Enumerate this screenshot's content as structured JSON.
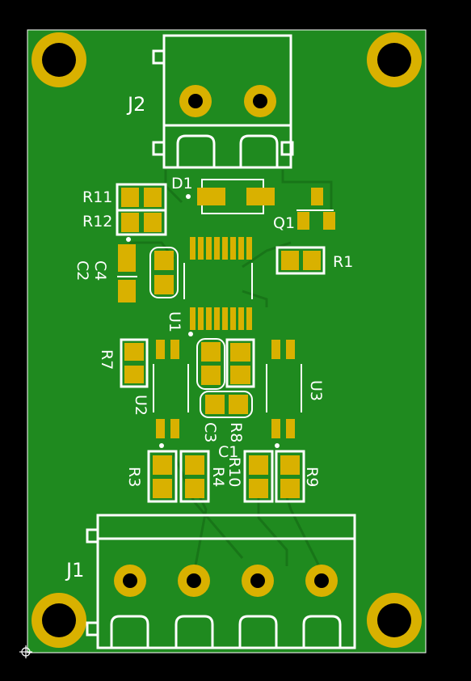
{
  "board": {
    "background_color": "#000000",
    "board_color": "#1f8a1f",
    "pad_color": "#d9b100",
    "silkscreen_color": "#ffffff"
  },
  "labels": {
    "j1": "J1",
    "j2": "J2",
    "d1": "D1",
    "q1": "Q1",
    "r1": "R1",
    "r3": "R3",
    "r4": "R4",
    "r7": "R7",
    "r8": "R8",
    "r9": "R9",
    "r10": "R10",
    "r11": "R11",
    "r12": "R12",
    "c1": "C1",
    "c2": "C2",
    "c3": "C3",
    "c4": "C4",
    "u1": "U1",
    "u2": "U2",
    "u3": "U3"
  },
  "icons": {
    "origin": "crosshair-icon"
  }
}
